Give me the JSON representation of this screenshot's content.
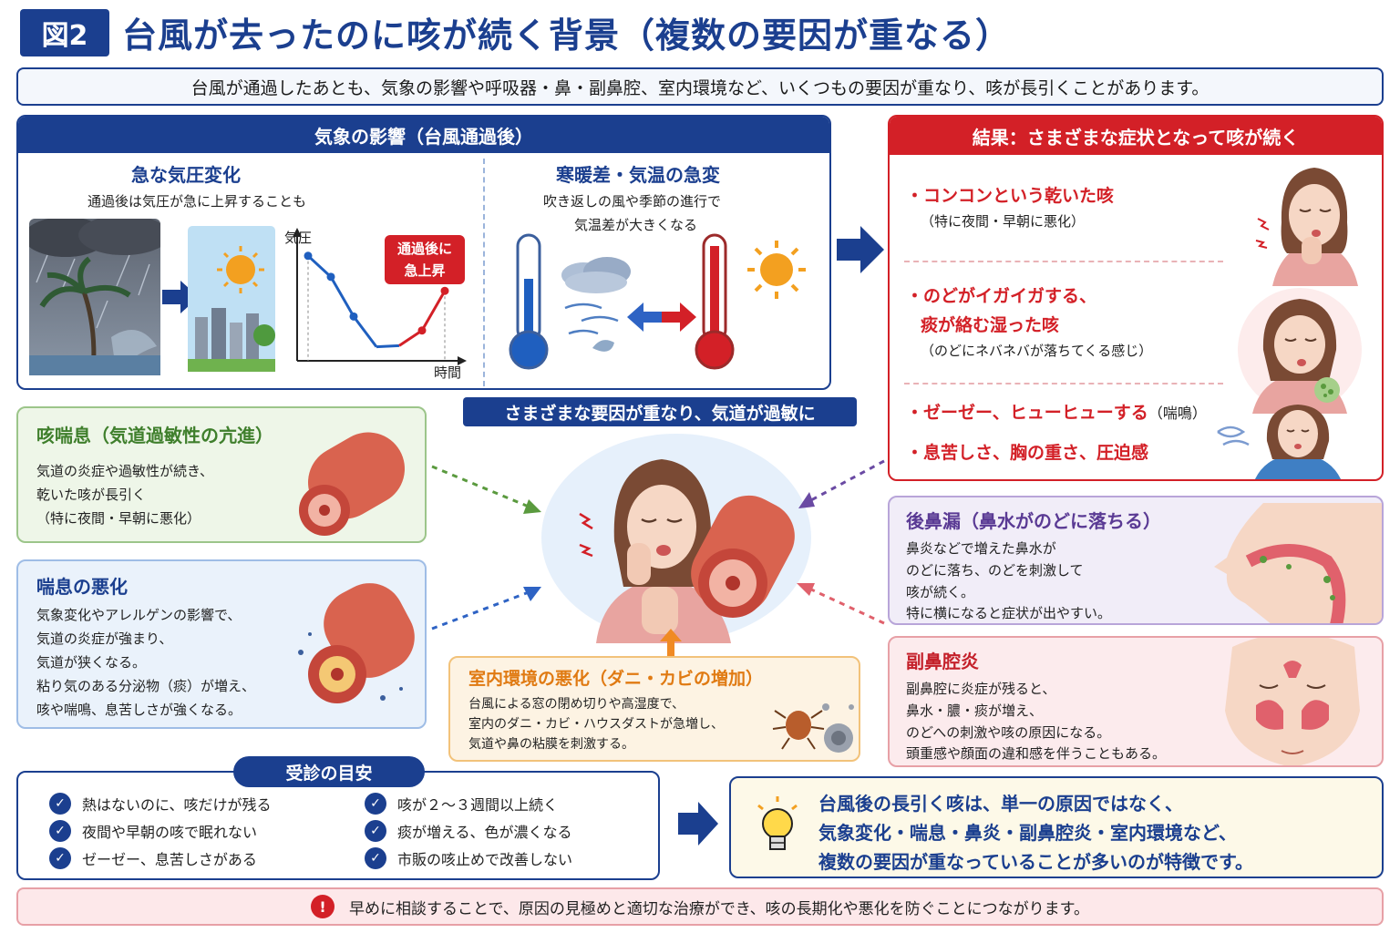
{
  "header": {
    "badge": "図2",
    "title": "台風が去ったのに咳が続く背景（複数の要因が重なる）",
    "subtitle": "台風が通過したあとも、気象の影響や呼吸器・鼻・副鼻腔、室内環境など、いくつもの要因が重なり、咳が長引くことがあります。"
  },
  "weather": {
    "title": "気象の影響（台風通過後）",
    "pressure": {
      "heading": "急な気圧変化",
      "text": "通過後は気圧が急に上昇することも",
      "chart_ylabel": "気圧",
      "chart_xlabel": "時間",
      "callout_line1": "通過後に",
      "callout_line2": "急上昇"
    },
    "temperature": {
      "heading": "寒暖差・気温の急変",
      "text_line1": "吹き返しの風や季節の進行で",
      "text_line2": "気温差が大きくなる"
    }
  },
  "chart_data": {
    "type": "line",
    "xlabel": "時間",
    "ylabel": "気圧",
    "x": [
      1,
      2,
      3,
      4,
      5,
      6,
      7
    ],
    "series": [
      {
        "name": "",
        "values": [
          0.9,
          0.72,
          0.38,
          0.12,
          0.13,
          0.26,
          0.6
        ]
      }
    ],
    "ylim": [
      0,
      1
    ],
    "grid": false,
    "colors": {
      "falling": "#1f5fbf",
      "rising": "#d32027"
    }
  },
  "result": {
    "title": "結果：さまざまな症状となって咳が続く",
    "items": [
      {
        "main": "・コンコンという乾いた咳",
        "note": "（特に夜間・早朝に悪化）"
      },
      {
        "main": "・のどがイガイガする、",
        "main2": "痰が絡む湿った咳",
        "note": "（のどにネバネバが落ちてくる感じ）"
      },
      {
        "main": "・ゼーゼー、ヒューヒューする",
        "suffix": "（喘鳴）"
      },
      {
        "main": "・息苦しさ、胸の重さ、圧迫感"
      }
    ]
  },
  "center": {
    "label": "さまざまな要因が重なり、気道が過敏に"
  },
  "cough_asthma": {
    "title": "咳喘息（気道過敏性の亢進）",
    "lines": [
      "気道の炎症や過敏性が続き、",
      "乾いた咳が長引く",
      "（特に夜間・早朝に悪化）"
    ]
  },
  "asthma": {
    "title": "喘息の悪化",
    "lines": [
      "気象変化やアレルゲンの影響で、",
      "気道の炎症が強まり、",
      "気道が狭くなる。",
      "粘り気のある分泌物（痰）が増え、",
      "咳や喘鳴、息苦しさが強くなる。"
    ]
  },
  "postnasal": {
    "title": "後鼻漏（鼻水がのどに落ちる）",
    "lines": [
      "鼻炎などで増えた鼻水が",
      "のどに落ち、のどを刺激して",
      "咳が続く。",
      "特に横になると症状が出やすい。"
    ]
  },
  "sinusitis": {
    "title": "副鼻腔炎",
    "lines": [
      "副鼻腔に炎症が残ると、",
      "鼻水・膿・痰が増え、",
      "のどへの刺激や咳の原因になる。",
      "頭重感や顔面の違和感を伴うこともある。"
    ]
  },
  "indoor": {
    "title": "室内環境の悪化（ダニ・カビの増加）",
    "lines": [
      "台風による窓の閉め切りや高湿度で、",
      "室内のダニ・カビ・ハウスダストが急増し、",
      "気道や鼻の粘膜を刺激する。"
    ]
  },
  "checks": {
    "title": "受診の目安",
    "left": [
      "熱はないのに、咳だけが残る",
      "夜間や早朝の咳で眠れない",
      "ゼーゼー、息苦しさがある"
    ],
    "right": [
      "咳が２～３週間以上続く",
      "痰が増える、色が濃くなる",
      "市販の咳止めで改善しない"
    ]
  },
  "summary": {
    "lines": [
      "台風後の長引く咳は、単一の原因ではなく、",
      "気象変化・喘息・鼻炎・副鼻腔炎・室内環境など、",
      "複数の要因が重なっていることが多いのが特徴です。"
    ]
  },
  "footer": {
    "mark": "!",
    "text": "早めに相談することで、原因の見極めと適切な治療ができ、咳の長期化や悪化を防ぐことにつながります。"
  },
  "colors": {
    "navy": "#1b3f8f",
    "red": "#d32027",
    "green_card": "#eef6e8",
    "blue_card": "#eaf2fb",
    "purple_card": "#f1edf8",
    "pink_card": "#fcebed",
    "orange_card": "#fdf3e3"
  }
}
